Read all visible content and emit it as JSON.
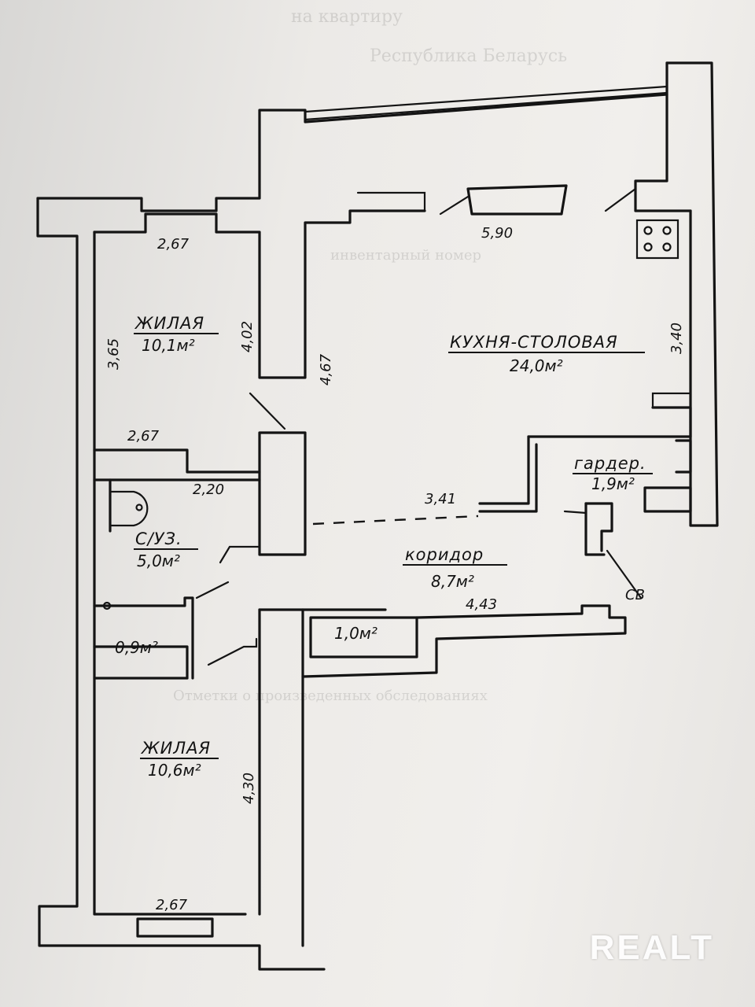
{
  "rooms": {
    "bedroom_top": {
      "name": "ЖИЛАЯ",
      "area": "10,1м²"
    },
    "kitchen": {
      "name": "КУХНЯ-СТОЛОВАЯ",
      "area": "24,0м²"
    },
    "wardrobe": {
      "name": "гардер.",
      "area": "1,9м²"
    },
    "bathroom": {
      "name": "С/УЗ.",
      "area": "5,0м²"
    },
    "corridor": {
      "name": "коридор",
      "area": "8,7м²"
    },
    "closet": {
      "area": "1,0м²"
    },
    "storage": {
      "area": "0,9м²"
    },
    "bedroom_bottom": {
      "name": "ЖИЛАЯ",
      "area": "10,6м²"
    }
  },
  "dimensions": {
    "bedroom_top_width": "2,67",
    "bedroom_top_height": "3,65",
    "partition_length": "4,02",
    "partition_right": "4,67",
    "kitchen_width": "5,90",
    "kitchen_height": "3,40",
    "bathroom_top": "2,67",
    "bathroom_inner": "2,20",
    "corridor_top": "3,41",
    "corridor_bottom": "4,43",
    "bedroom_bottom_height": "4,30",
    "bedroom_bottom_width": "2,67"
  },
  "markers": {
    "cb": "СВ"
  },
  "watermark": "REALT",
  "background_text": [
    "на квартиру",
    "Республика Беларусь",
    "инвентарный номер",
    "Отметки о произведенных обследованиях"
  ]
}
